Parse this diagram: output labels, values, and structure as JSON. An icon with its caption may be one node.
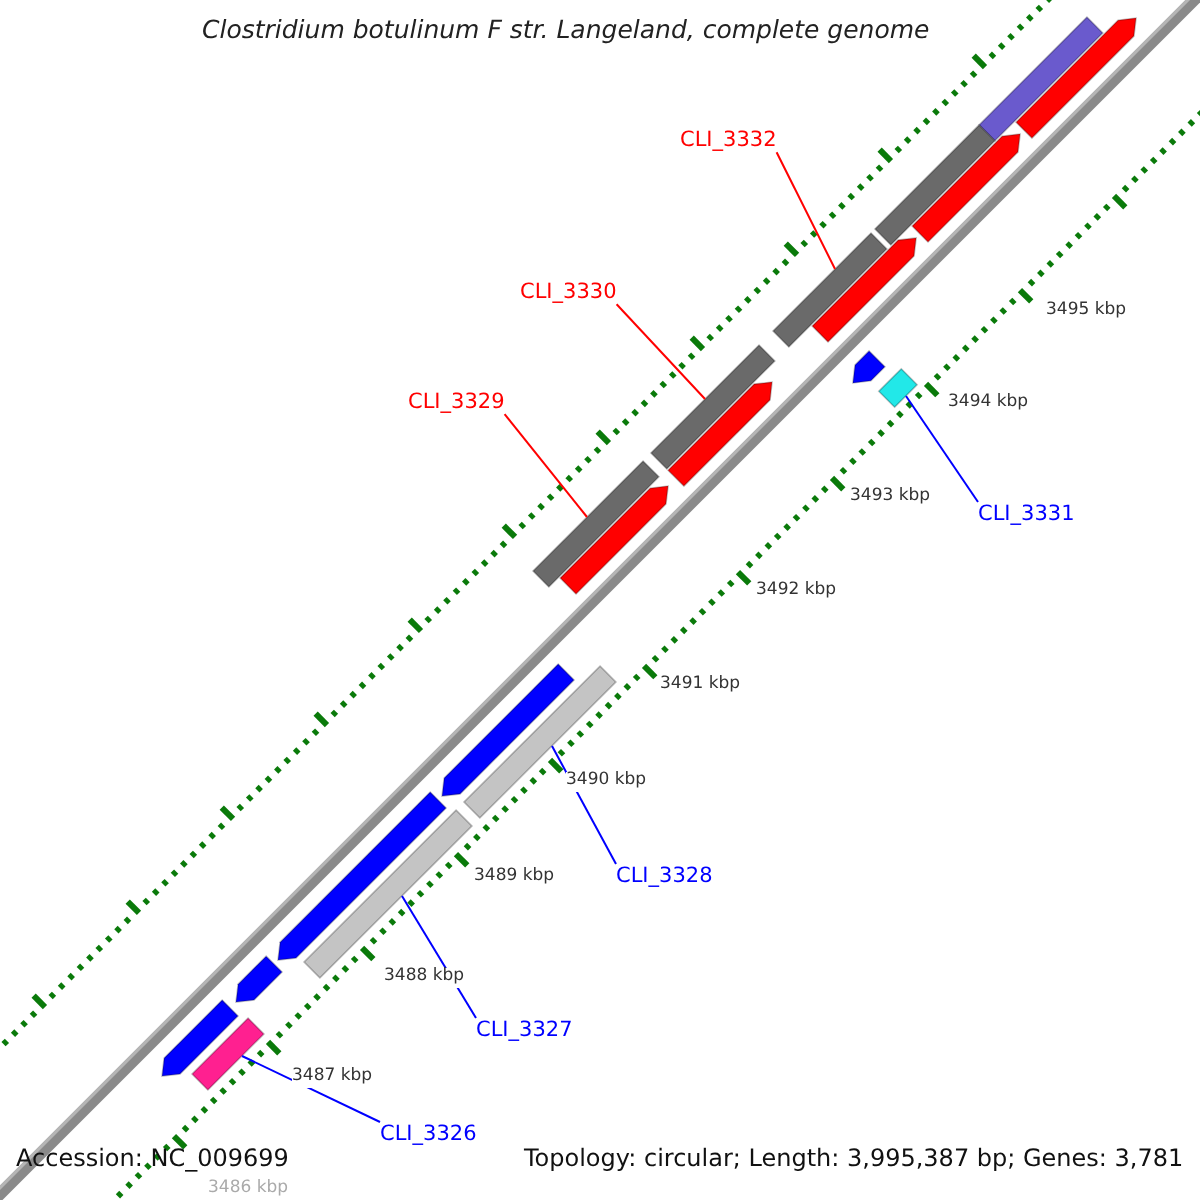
{
  "diagram": {
    "title": "Clostridium botulinum F str. Langeland, complete genome",
    "nodes": [
      {
        "text": [
          "CLI_3332"
        ]
      },
      {
        "text": [
          "CLI_3330"
        ]
      },
      {
        "text": [
          "CLI_3329"
        ]
      },
      {
        "text": [
          "CLI_3331"
        ]
      },
      {
        "text": [
          "CLI_3328"
        ]
      },
      {
        "text": [
          "CLI_3327"
        ]
      },
      {
        "text": [
          "CLI_3326"
        ]
      },
      {
        "text": [],
        "shape": "arrow"
      },
      {
        "text": [],
        "shape": "bar"
      },
      {
        "text": [],
        "shape": "arrow"
      },
      {
        "text": [],
        "shape": "bar"
      },
      {
        "text": [],
        "shape": "arrow"
      },
      {
        "text": [],
        "shape": "bar"
      },
      {
        "text": [],
        "shape": "arrow"
      },
      {
        "text": [],
        "shape": "diamond"
      },
      {
        "text": [],
        "shape": "bar"
      },
      {
        "text": [],
        "shape": "arrow"
      },
      {
        "text": [],
        "shape": "bar"
      },
      {
        "text": [],
        "shape": "arrow"
      },
      {
        "text": [],
        "shape": "arrow"
      },
      {
        "text": [],
        "shape": "bar"
      },
      {
        "text": [],
        "shape": "arrow"
      },
      {
        "text": [],
        "shape": "bar"
      },
      {
        "text": [],
        "shape": "arrow"
      },
      {
        "text": [],
        "shape": "arrow"
      },
      {
        "text": [],
        "shape": "bar"
      }
    ],
    "edges": [
      {
        "from": 0,
        "to": 12,
        "arrow": "none",
        "color": "#ff0000"
      },
      {
        "from": 1,
        "to": 15,
        "arrow": "none",
        "color": "#ff0000"
      },
      {
        "from": 2,
        "to": 17,
        "arrow": "none",
        "color": "#ff0000"
      },
      {
        "from": 3,
        "to": 14,
        "arrow": "none"
      },
      {
        "from": 4,
        "to": 20,
        "arrow": "none"
      },
      {
        "from": 5,
        "to": 22,
        "arrow": "none"
      },
      {
        "from": 6,
        "to": 25,
        "arrow": "none"
      }
    ],
    "labels": [
      "3495 kbp",
      "3494 kbp",
      "3493 kbp",
      "3492 kbp",
      "3491 kbp",
      "3490 kbp",
      "3489 kbp",
      "3488 kbp",
      "3487 kbp",
      "3486 kbp",
      "Accession: NC_009699",
      "Topology: circular; Length: 3,995,387 bp; Genes: 3,781"
    ]
  }
}
